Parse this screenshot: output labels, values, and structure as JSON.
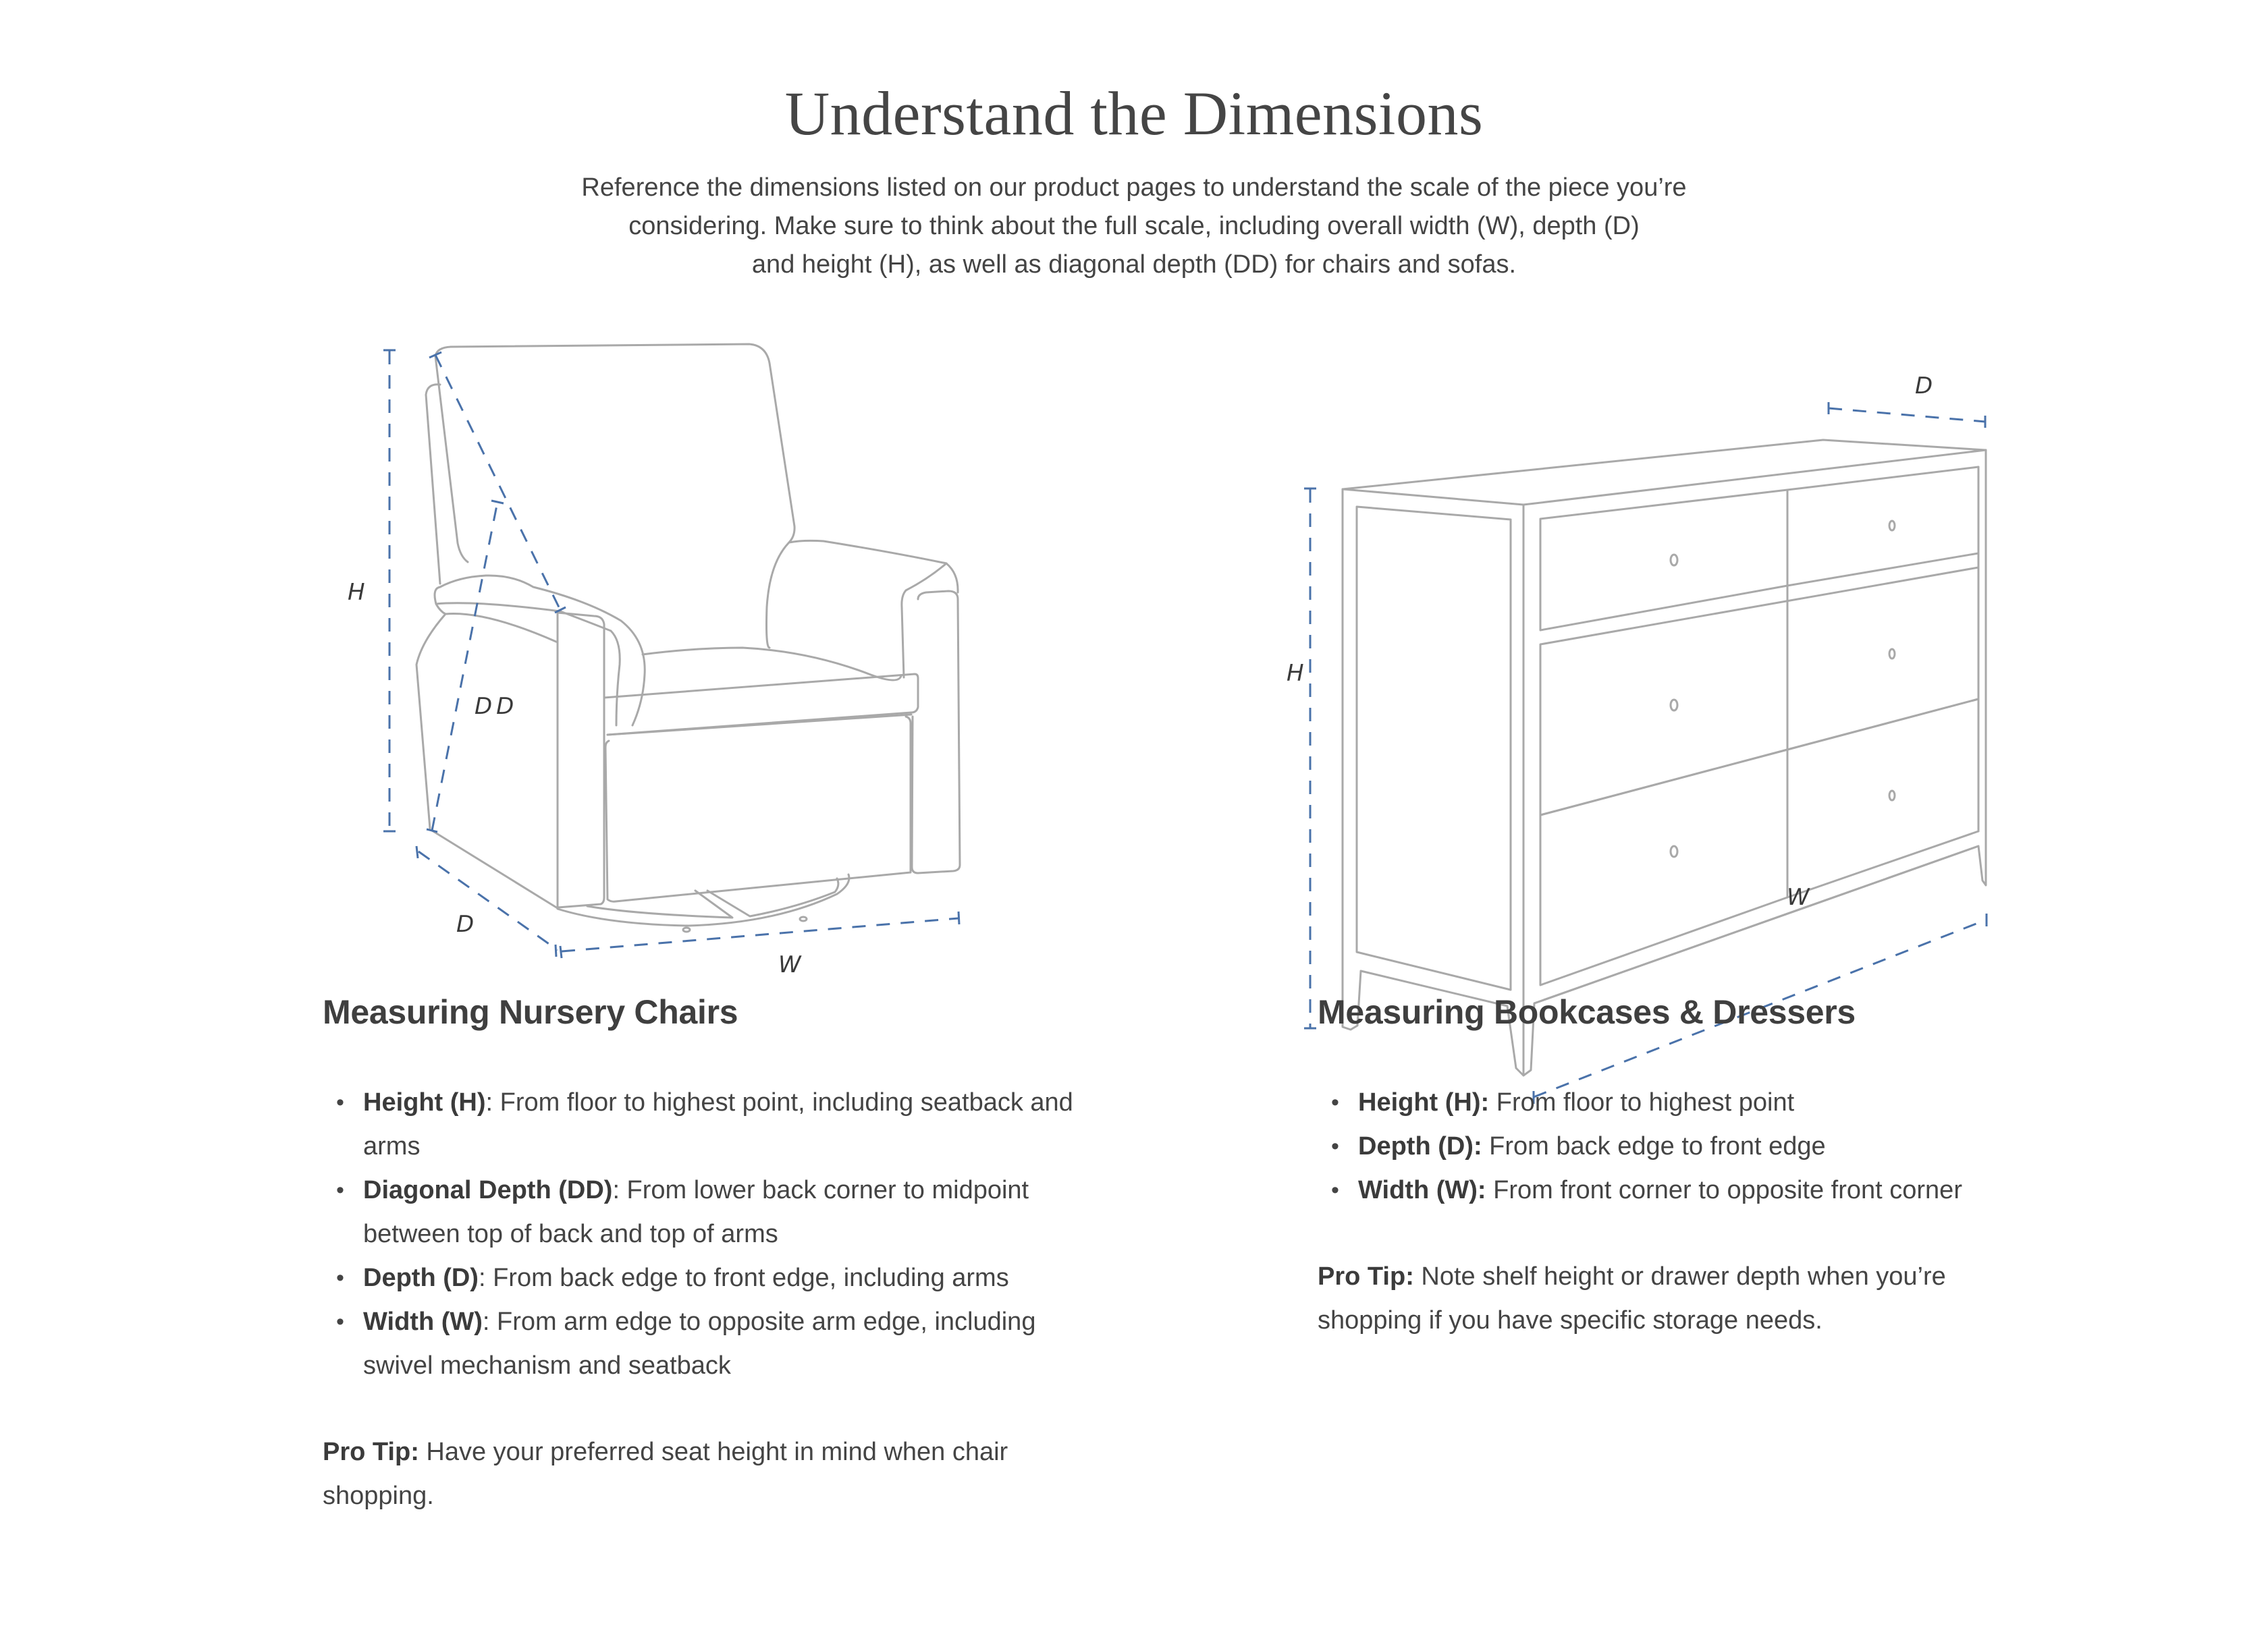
{
  "header": {
    "title": "Understand the Dimensions",
    "intro_lines": [
      "Reference the dimensions listed on our product pages to understand the scale of the piece you’re",
      "considering. Make sure to think about the full scale, including overall width (W), depth (D)",
      "and height (H), as well as diagonal depth (DD) for chairs and sofas."
    ]
  },
  "colors": {
    "text": "#444444",
    "outline": "#a9a9a9",
    "dimension_line": "#4a72aa",
    "background": "#ffffff"
  },
  "chair_diagram": {
    "labels": {
      "height": "H",
      "diagonal_depth": "DD",
      "depth": "D",
      "width": "W"
    }
  },
  "dresser_diagram": {
    "labels": {
      "height": "H",
      "depth": "D",
      "width": "W"
    }
  },
  "nursery_chairs": {
    "heading": "Measuring Nursery Chairs",
    "items": [
      {
        "term": "Height (H)",
        "desc": ": From floor to highest point, including seatback and arms"
      },
      {
        "term": "Diagonal Depth (DD)",
        "desc": ": From lower back corner to midpoint between top of back and top of arms"
      },
      {
        "term": "Depth (D)",
        "desc": ": From back edge to front edge, including arms"
      },
      {
        "term": "Width (W)",
        "desc": ": From arm edge to opposite arm edge, including swivel mechanism and seatback"
      }
    ],
    "pro_tip_label": "Pro Tip:",
    "pro_tip_text": " Have your preferred seat height in mind when chair shopping."
  },
  "bookcases_dressers": {
    "heading": "Measuring Bookcases & Dressers",
    "items": [
      {
        "term": "Height (H):",
        "desc": " From floor to highest point"
      },
      {
        "term": "Depth (D):",
        "desc": " From back edge to front edge"
      },
      {
        "term": "Width (W):",
        "desc": " From front corner to opposite front corner"
      }
    ],
    "pro_tip_label": "Pro Tip:",
    "pro_tip_text": " Note shelf height or drawer depth when you’re shopping if you have specific storage needs."
  }
}
